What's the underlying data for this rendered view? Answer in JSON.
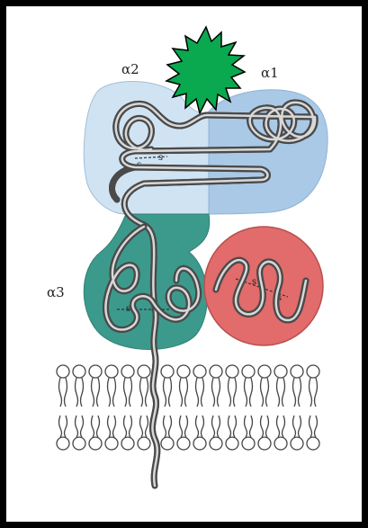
{
  "labels": {
    "alpha1": "α1",
    "alpha2": "α2",
    "alpha3": "α3",
    "s": "s"
  },
  "colors": {
    "border": "#000000",
    "alpha1_domain": "#a9c9e6",
    "alpha2_domain": "#cfe3f3",
    "alpha3_domain": "#3c9a8c",
    "beta2_domain": "#e26b6b",
    "peptide_star": "#0aa84f",
    "chain": "#4a4a4a"
  },
  "icons": {
    "peptide": "green-star-burst",
    "membrane": "lipid-bilayer"
  }
}
